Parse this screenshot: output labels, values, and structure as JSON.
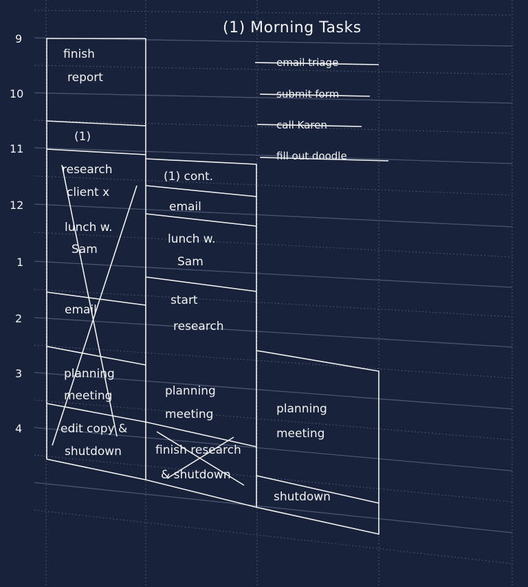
{
  "hours": [
    "9",
    "10",
    "11",
    "12",
    "1",
    "2",
    "3",
    "4"
  ],
  "column1": {
    "block_finish_report": [
      "finish",
      "report"
    ],
    "block_1": "(1)",
    "block_research": [
      "research",
      "client x"
    ],
    "block_lunch": [
      "lunch w.",
      "Sam"
    ],
    "block_email": "email",
    "block_planning": [
      "planning",
      "meeting"
    ],
    "block_edit": [
      "edit copy &",
      "shutdown"
    ]
  },
  "column2": {
    "block_cont": "(1) cont.",
    "block_email": "email",
    "block_lunch": [
      "lunch w.",
      "Sam"
    ],
    "block_start_research": [
      "start",
      "research"
    ],
    "block_planning": [
      "planning",
      "meeting"
    ],
    "block_finish": [
      "finish research",
      "& shutdown"
    ]
  },
  "column3": {
    "block_planning": [
      "planning",
      "meeting"
    ],
    "block_shutdown": "shutdown"
  },
  "morning_tasks": {
    "title": "(1)  Morning Tasks",
    "items": [
      "email triage",
      "submit form",
      "call Karen",
      "fill out doodle"
    ]
  },
  "colors": {
    "background": "#18223b",
    "ink": "#f3f3f3",
    "grid": "#4b5672"
  }
}
